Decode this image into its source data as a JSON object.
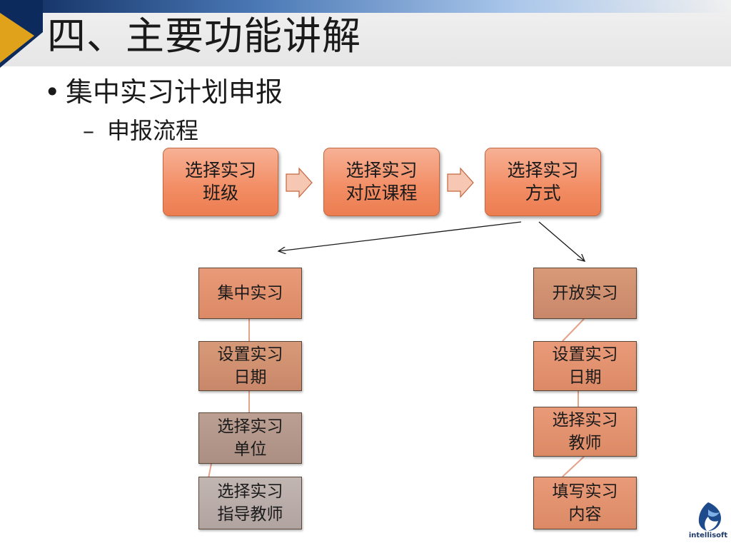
{
  "slide": {
    "title": "四、主要功能讲解",
    "bullet": "集中实习计划申报",
    "sub_bullet": "申报流程",
    "bullet_marker": "•",
    "sub_marker": "–"
  },
  "flow": {
    "steps": [
      "选择实习\n班级",
      "选择实习\n对应课程",
      "选择实习\n方式"
    ]
  },
  "branches": {
    "centralized": {
      "header": "集中实习",
      "items": [
        "设置实习\n日期",
        "选择实习\n单位",
        "选择实习\n指导教师"
      ]
    },
    "open": {
      "header": "开放实习",
      "items": [
        "设置实习\n日期",
        "选择实习\n教师",
        "填写实习\n内容"
      ]
    }
  },
  "logo": {
    "text": "intellisoft"
  },
  "colors": {
    "top_node": "#f28c63",
    "accent_gold": "#e0a21a",
    "navy": "#0d2a5c"
  }
}
